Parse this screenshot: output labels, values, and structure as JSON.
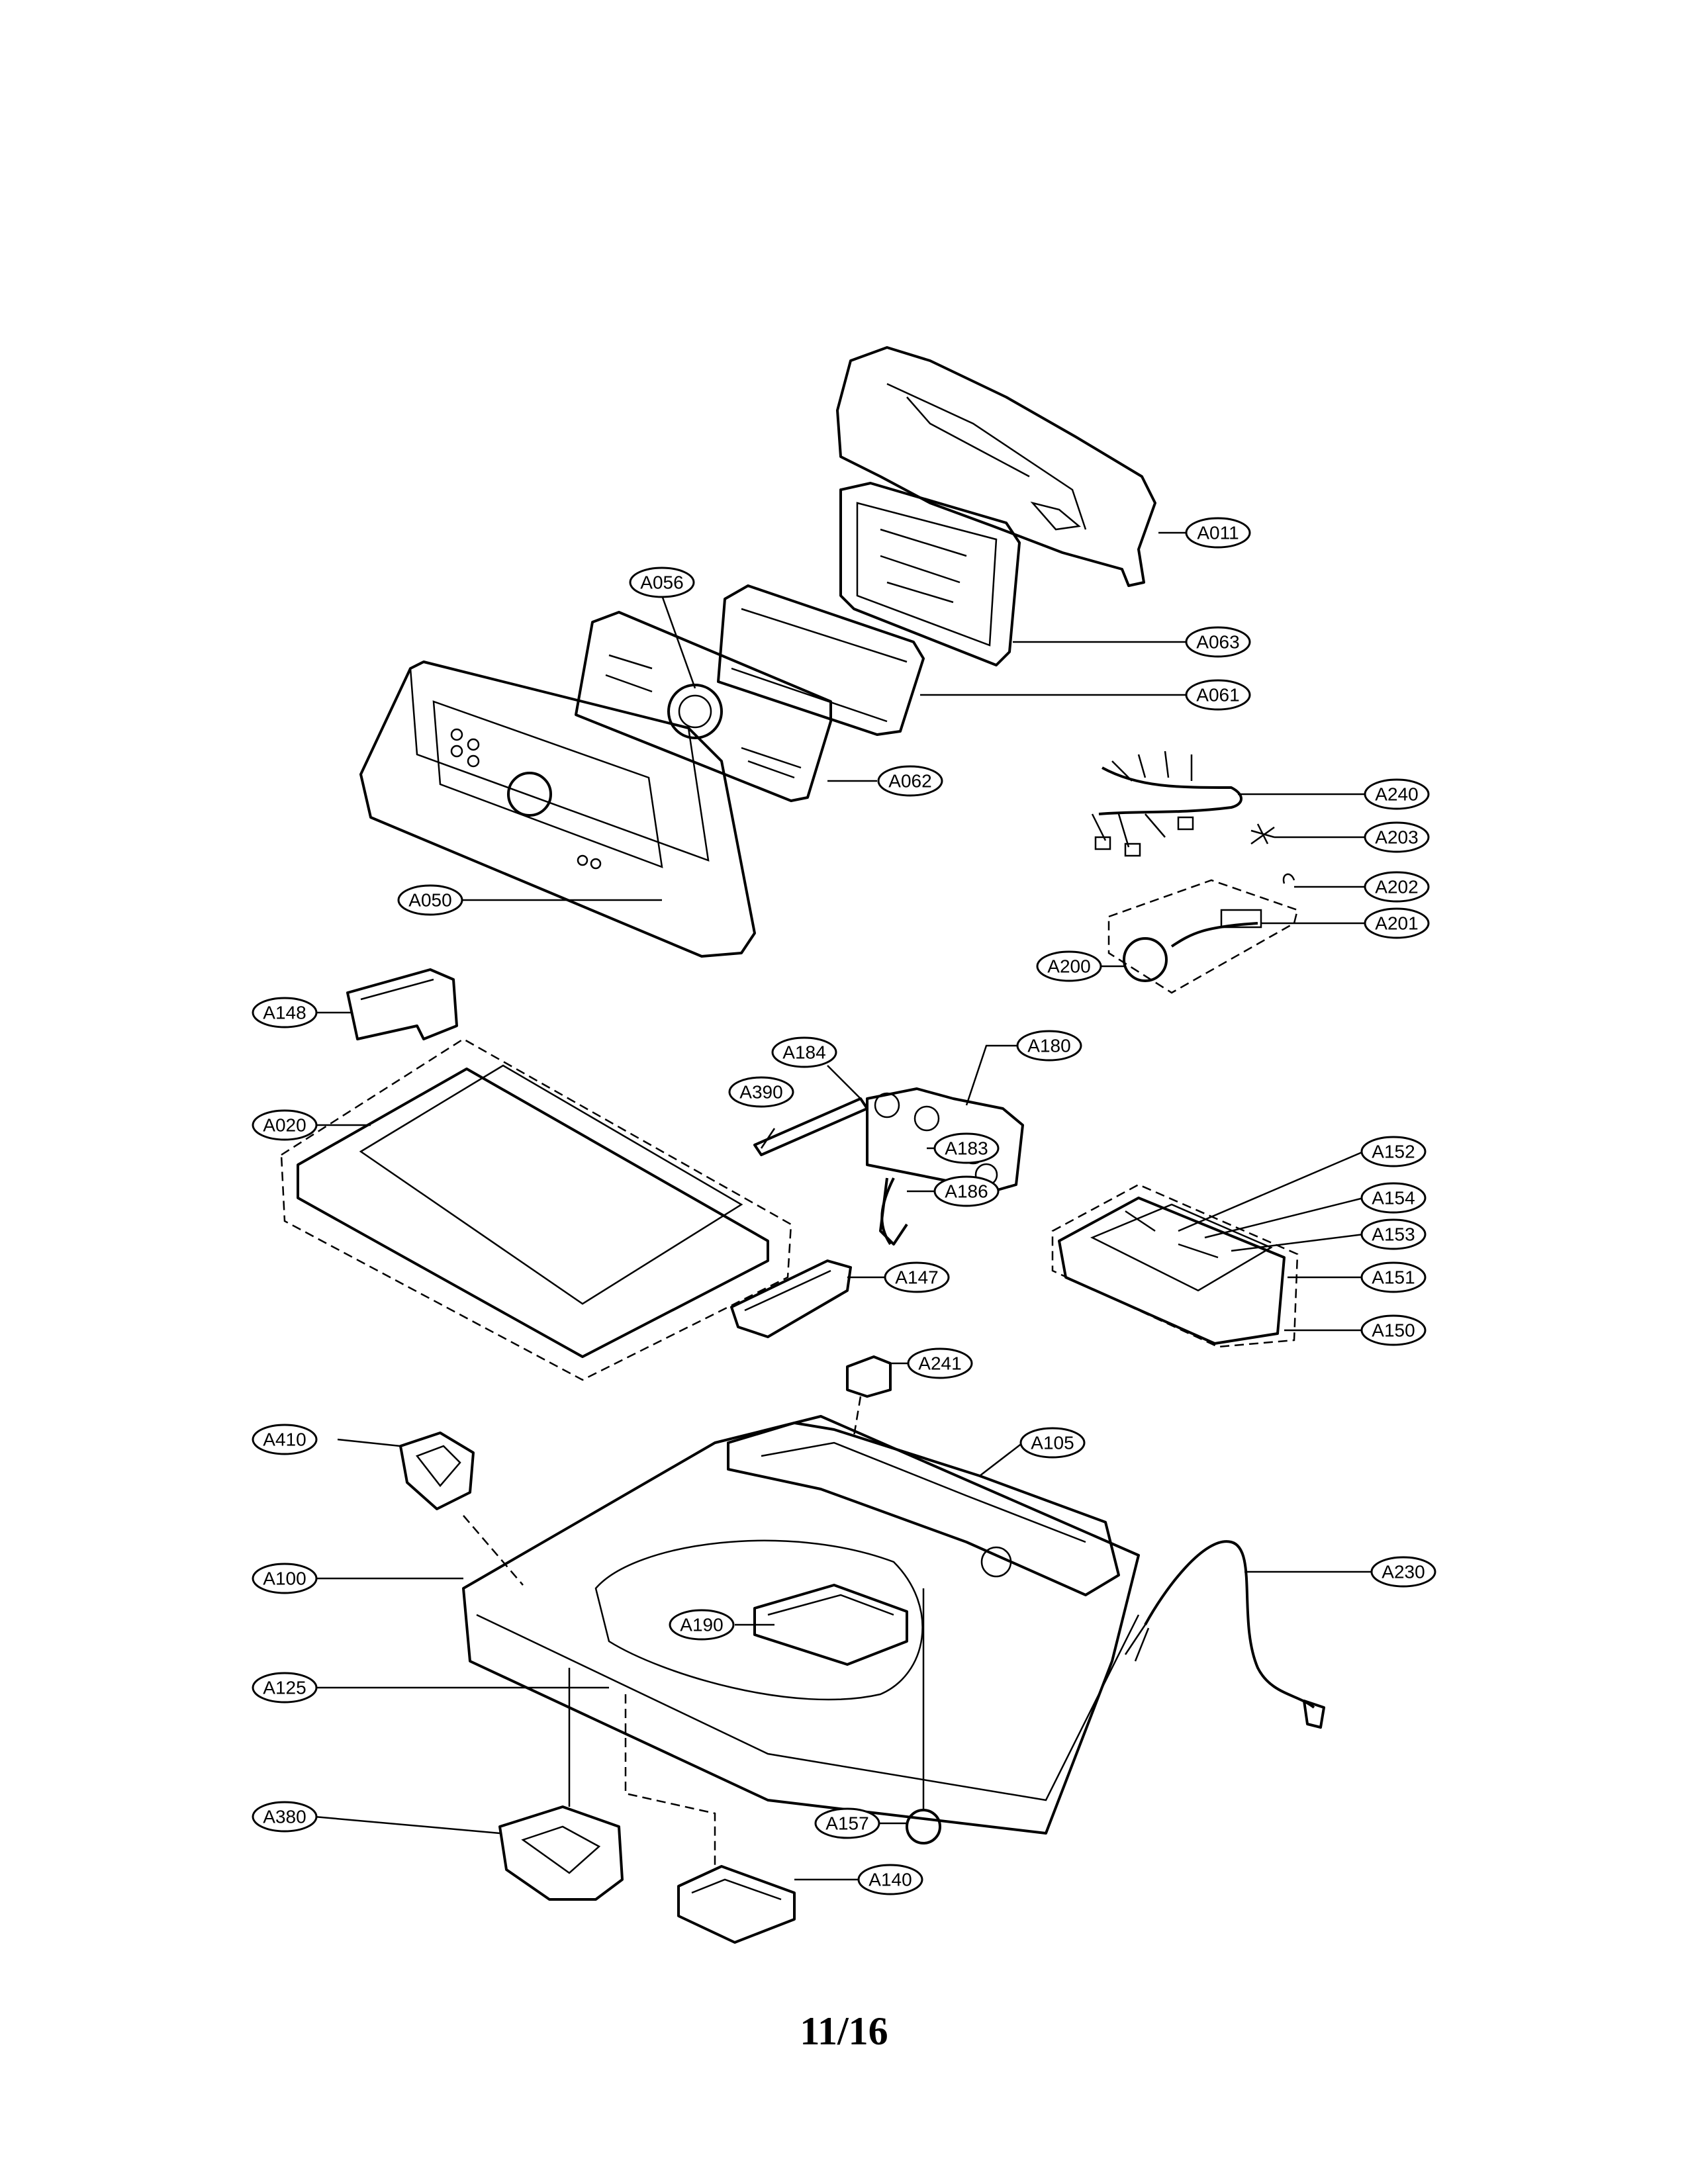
{
  "page_number": "11/16",
  "labels": [
    "A011",
    "A063",
    "A056",
    "A061",
    "A062",
    "A240",
    "A203",
    "A050",
    "A202",
    "A201",
    "A200",
    "A148",
    "A184",
    "A180",
    "A390",
    "A020",
    "A183",
    "A186",
    "A152",
    "A154",
    "A153",
    "A147",
    "A151",
    "A150",
    "A241",
    "A410",
    "A105",
    "A230",
    "A100",
    "A190",
    "A125",
    "A157",
    "A380",
    "A140"
  ]
}
